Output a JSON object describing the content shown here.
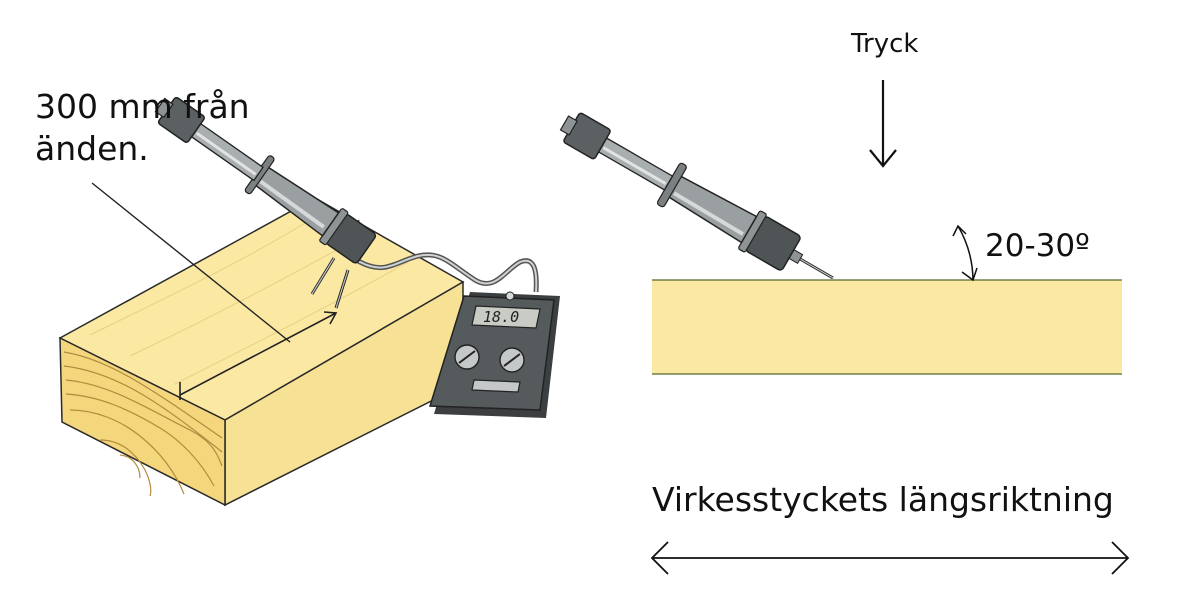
{
  "labels": {
    "distance_line1": "300 mm från",
    "distance_line2": "änden.",
    "pressure": "Tryck",
    "angle": "20-30º",
    "direction": "Virkesstyckets längsriktning",
    "meter_reading": "18.0"
  },
  "colors": {
    "wood_light": "#fbe9a3",
    "wood_end": "#f4d67c",
    "grain": "#b08c3f",
    "outline": "#2a2a2a",
    "meter_body": "#555a5c",
    "meter_dark": "#3b3f41",
    "display": "#c9ccc4",
    "probe_gray": "#8e9496"
  }
}
